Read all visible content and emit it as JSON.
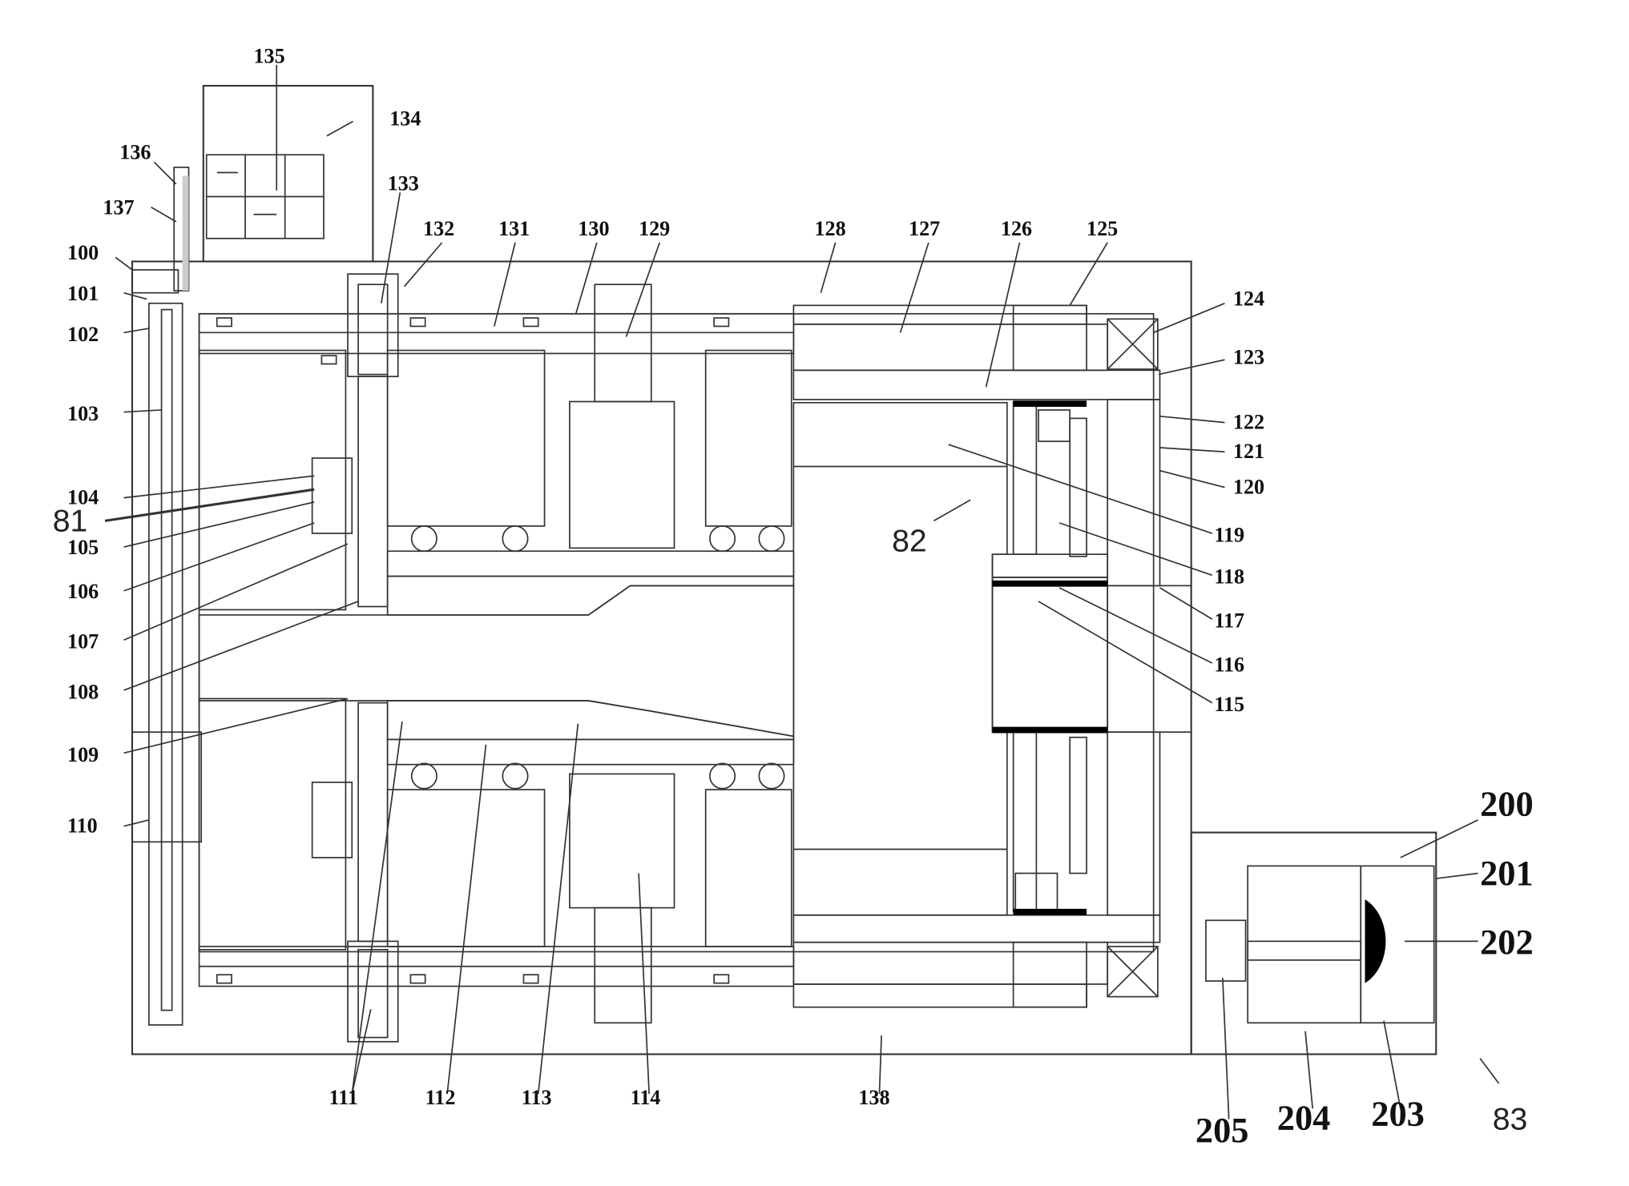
{
  "figure": {
    "labels": {
      "l100": "100",
      "l101": "101",
      "l102": "102",
      "l103": "103",
      "l104": "104",
      "l105": "105",
      "l106": "106",
      "l107": "107",
      "l108": "108",
      "l109": "109",
      "l110": "110",
      "l111": "111",
      "l112": "112",
      "l113": "113",
      "l114": "114",
      "l115": "115",
      "l116": "116",
      "l117": "117",
      "l118": "118",
      "l119": "119",
      "l120": "120",
      "l121": "121",
      "l122": "122",
      "l123": "123",
      "l124": "124",
      "l125": "125",
      "l126": "126",
      "l127": "127",
      "l128": "128",
      "l129": "129",
      "l130": "130",
      "l131": "131",
      "l132": "132",
      "l133": "133",
      "l134": "134",
      "l135": "135",
      "l136": "136",
      "l137": "137",
      "l138": "138",
      "l200": "200",
      "l201": "201",
      "l202": "202",
      "l203": "203",
      "l204": "204",
      "l205": "205",
      "l81": "81",
      "l82": "82",
      "l83": "83"
    },
    "colors": {
      "line": "#333333",
      "hatch": "#555555",
      "fill_dark": "#000000",
      "background": "#ffffff"
    }
  }
}
